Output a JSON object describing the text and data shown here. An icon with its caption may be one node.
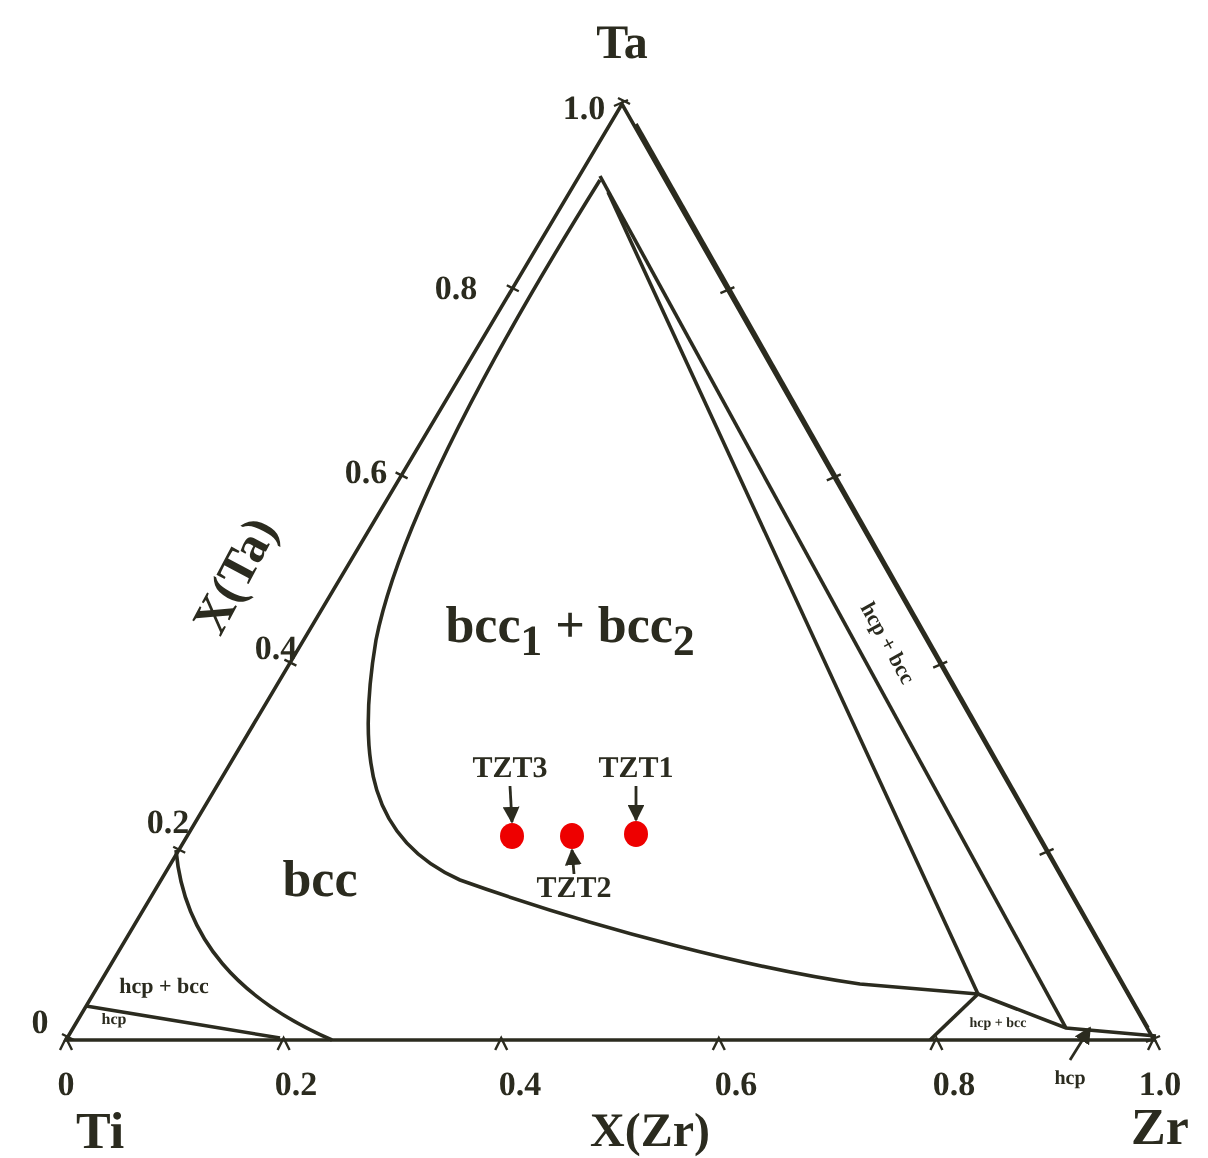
{
  "diagram": {
    "nodes": [
      {
        "text": [
          "TZT3"
        ]
      },
      {
        "text": [
          "TZT1"
        ]
      },
      {
        "text": [],
        "shape": "circle"
      },
      {
        "text": [],
        "shape": "circle"
      },
      {
        "text": [],
        "shape": "circle"
      },
      {
        "text": [
          "TZT2"
        ]
      },
      {
        "text": [
          "hcp"
        ]
      }
    ],
    "edges": [
      {
        "from": 0,
        "to": 2,
        "arrow": "to"
      },
      {
        "from": 1,
        "to": 4,
        "arrow": "to"
      },
      {
        "from": 5,
        "to": 3,
        "arrow": "to"
      },
      {
        "from": 6,
        "to": null,
        "arrow": "to"
      }
    ],
    "labels": [
      "Ta",
      "1.0",
      "0.8",
      "0.6",
      "0.4",
      "0.2",
      "0",
      "X(Ta)",
      "bcc$_{1}$ + bcc$_{2}$",
      "hcp + bcc",
      "bcc",
      "hcp + bcc",
      "hcp",
      "hcp + bcc",
      "0",
      "0.2",
      "0.4",
      "0.6",
      "0.8",
      "1.0",
      "Ti",
      "X(Zr)",
      "Zr"
    ]
  }
}
